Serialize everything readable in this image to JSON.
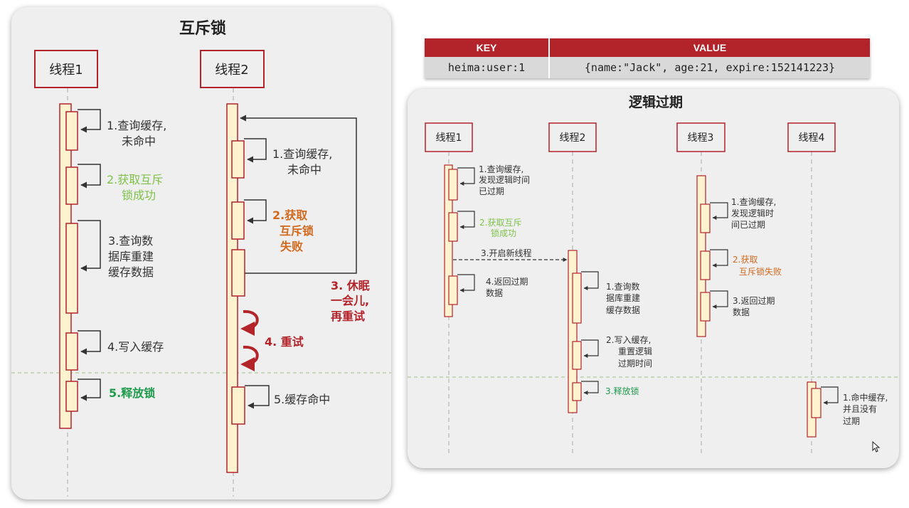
{
  "mutex": {
    "title": "互斥锁",
    "threads": [
      "线程1",
      "线程2"
    ],
    "t1_steps": [
      [
        "1.查询缓存,",
        "未命中"
      ],
      [
        "2.获取互斥",
        "锁成功"
      ],
      [
        "3.查询数",
        "据库重建",
        "缓存数据"
      ],
      [
        "4.写入缓存"
      ],
      [
        "5.释放锁"
      ]
    ],
    "t2_steps": [
      [
        "1.查询缓存,",
        "未命中"
      ],
      [
        "2.获取",
        "互斥锁",
        "失败"
      ],
      [
        "3. 休眠",
        "一会儿,",
        "再重试"
      ],
      [
        "4. 重试"
      ],
      [
        "5.缓存命中"
      ]
    ]
  },
  "kv_table": {
    "headers": [
      "KEY",
      "VALUE"
    ],
    "key": "heima:user:1",
    "value": "{name:\"Jack\", age:21, expire:152141223}"
  },
  "logical": {
    "title": "逻辑过期",
    "threads": [
      "线程1",
      "线程2",
      "线程3",
      "线程4"
    ],
    "t1_steps": [
      [
        "1.查询缓存,",
        "发现逻辑时间",
        "已过期"
      ],
      [
        "2.获取互斥",
        "锁成功"
      ],
      [
        "3.开启新线程"
      ],
      [
        "4.返回过期",
        "数据"
      ]
    ],
    "t2_steps": [
      [
        "1.查询数",
        "据库重建",
        "缓存数据"
      ],
      [
        "2.写入缓存,",
        "重置逻辑",
        "过期时间"
      ],
      [
        "3.释放锁"
      ]
    ],
    "t3_steps": [
      [
        "1.查询缓存,",
        "发现逻辑时",
        "间已过期"
      ],
      [
        "2.获取",
        "互斥锁失败"
      ],
      [
        "3.返回过期",
        "数据"
      ]
    ],
    "t4_steps": [
      [
        "1.命中缓存,",
        "并且没有",
        "过期"
      ]
    ]
  },
  "colors": {
    "thread_border": "#b3232a",
    "activation_fill": "#fff3cf",
    "green": "#7fc24a",
    "green_dark": "#1e9b4b",
    "orange": "#d2691e",
    "red": "#b3232a",
    "text": "#333333"
  }
}
